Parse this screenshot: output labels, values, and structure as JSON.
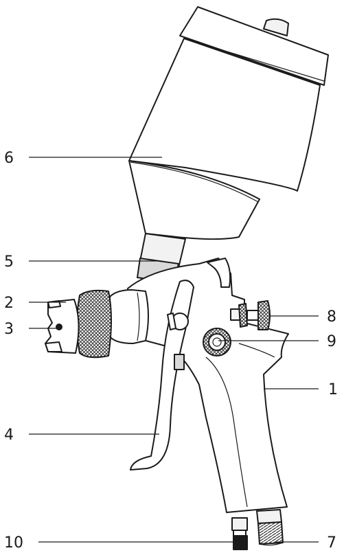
{
  "callouts": [
    {
      "id": "1",
      "label": "1"
    },
    {
      "id": "2",
      "label": "2"
    },
    {
      "id": "3",
      "label": "3"
    },
    {
      "id": "4",
      "label": "4"
    },
    {
      "id": "5",
      "label": "5"
    },
    {
      "id": "6",
      "label": "6"
    },
    {
      "id": "7",
      "label": "7"
    },
    {
      "id": "8",
      "label": "8"
    },
    {
      "id": "9",
      "label": "9"
    },
    {
      "id": "10",
      "label": "10"
    }
  ],
  "colors": {
    "ink": "#1a1a1a",
    "cup": "#ffffff",
    "metal": "#f2f2f2",
    "shade": "#d9d9d9",
    "knurl": "#333333"
  },
  "icons": [
    "spray-gun-illustration"
  ]
}
